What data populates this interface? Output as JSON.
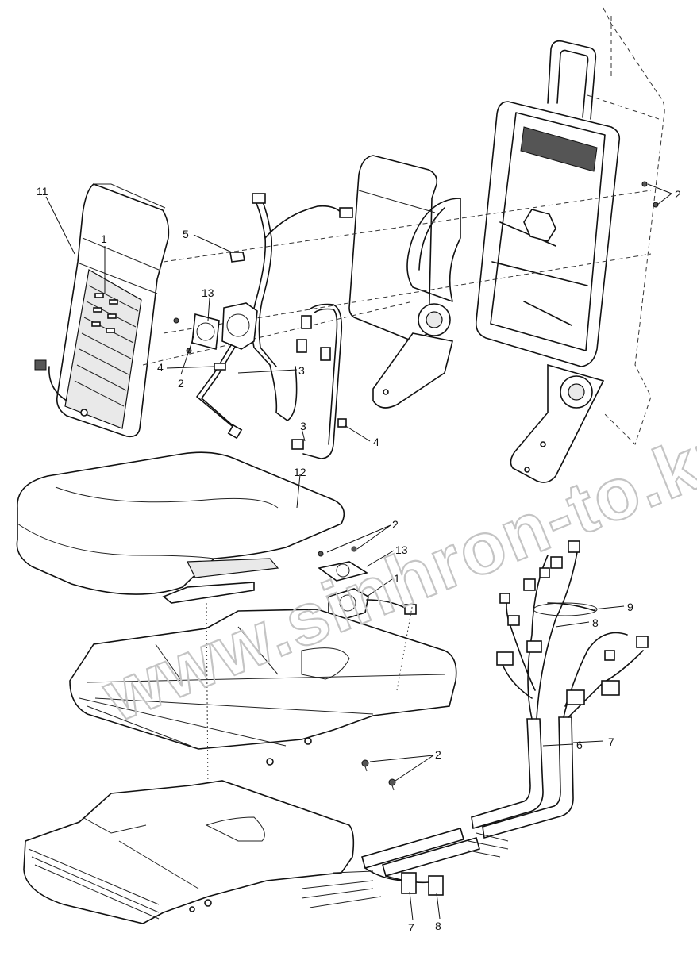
{
  "watermark": "www.sinhron-to.kz",
  "callouts": {
    "c11": "11",
    "c1_back": "1",
    "c5": "5",
    "c13_back": "13",
    "c4_left": "4",
    "c2_left": "2",
    "c3_top": "3",
    "c3_bottom": "3",
    "c4_right": "4",
    "c12": "12",
    "c2_right_top": "2",
    "c2_cushion": "2",
    "c13_cushion": "13",
    "c1_cushion": "1",
    "c9": "9",
    "c8_harness": "8",
    "c6": "6",
    "c7_harness": "7",
    "c2_bottom": "2",
    "c7_bottom": "7",
    "c8_bottom": "8"
  }
}
